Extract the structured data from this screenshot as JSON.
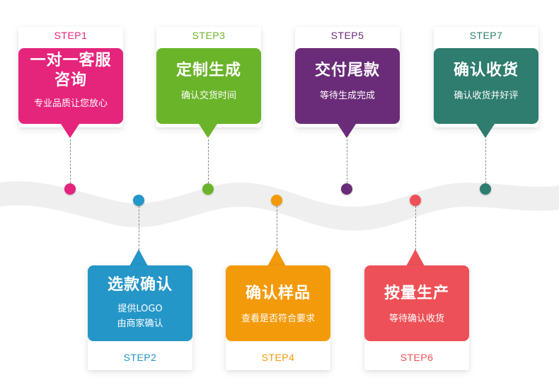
{
  "steps": [
    {
      "label": "STEP1",
      "title_line1": "一对一客服",
      "title_line2": "咨询",
      "subtitle": "专业品质让您放心",
      "color": "#e5247b"
    },
    {
      "label": "STEP2",
      "title": "选款确认",
      "subtitle_line1": "提供LOGO",
      "subtitle_line2": "由商家确认",
      "color": "#2596c8"
    },
    {
      "label": "STEP3",
      "title": "定制生成",
      "subtitle": "确认交货时间",
      "color": "#6ab42a"
    },
    {
      "label": "STEP4",
      "title": "确认样品",
      "subtitle": "查看是否符合要求",
      "color": "#f39a0b"
    },
    {
      "label": "STEP5",
      "title": "交付尾款",
      "subtitle": "等待生成完成",
      "color": "#6a2c78"
    },
    {
      "label": "STEP6",
      "title": "按量生产",
      "subtitle": "等待确认收货",
      "color": "#ed5157"
    },
    {
      "label": "STEP7",
      "title": "确认收货",
      "subtitle": "确认收货并好评",
      "color": "#2e7d6f"
    }
  ]
}
